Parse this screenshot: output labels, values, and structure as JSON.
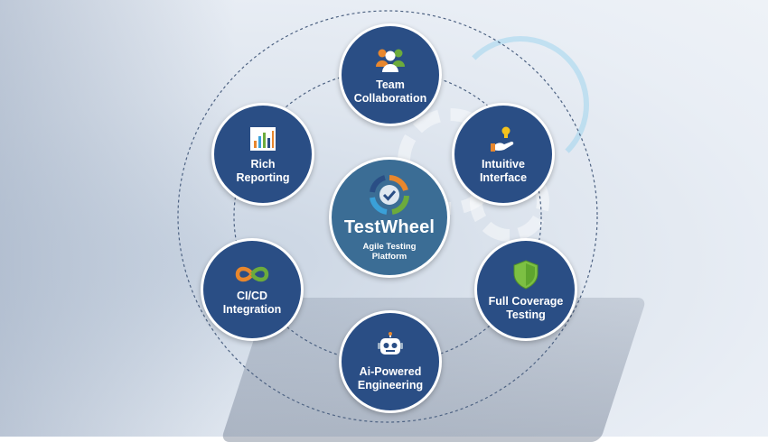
{
  "center": {
    "brand": "TestWheel",
    "tagline": "Agile Testing\nPlatform"
  },
  "features": [
    {
      "label": "Team\nCollaboration",
      "icon": "team-icon"
    },
    {
      "label": "Intuitive\nInterface",
      "icon": "hand-lightbulb-icon"
    },
    {
      "label": "Full Coverage\nTesting",
      "icon": "shield-icon"
    },
    {
      "label": "Ai-Powered\nEngineering",
      "icon": "robot-icon"
    },
    {
      "label": "CI/CD\nIntegration",
      "icon": "infinity-loop-icon"
    },
    {
      "label": "Rich\nReporting",
      "icon": "bar-chart-icon"
    }
  ],
  "colors": {
    "node_fill": "#2a4e85",
    "center_fill": "#3b6d95",
    "ring": "#5b6f8f",
    "accent_orange": "#e8872d",
    "accent_green": "#6cab3c",
    "accent_blue": "#3aa0d8"
  }
}
